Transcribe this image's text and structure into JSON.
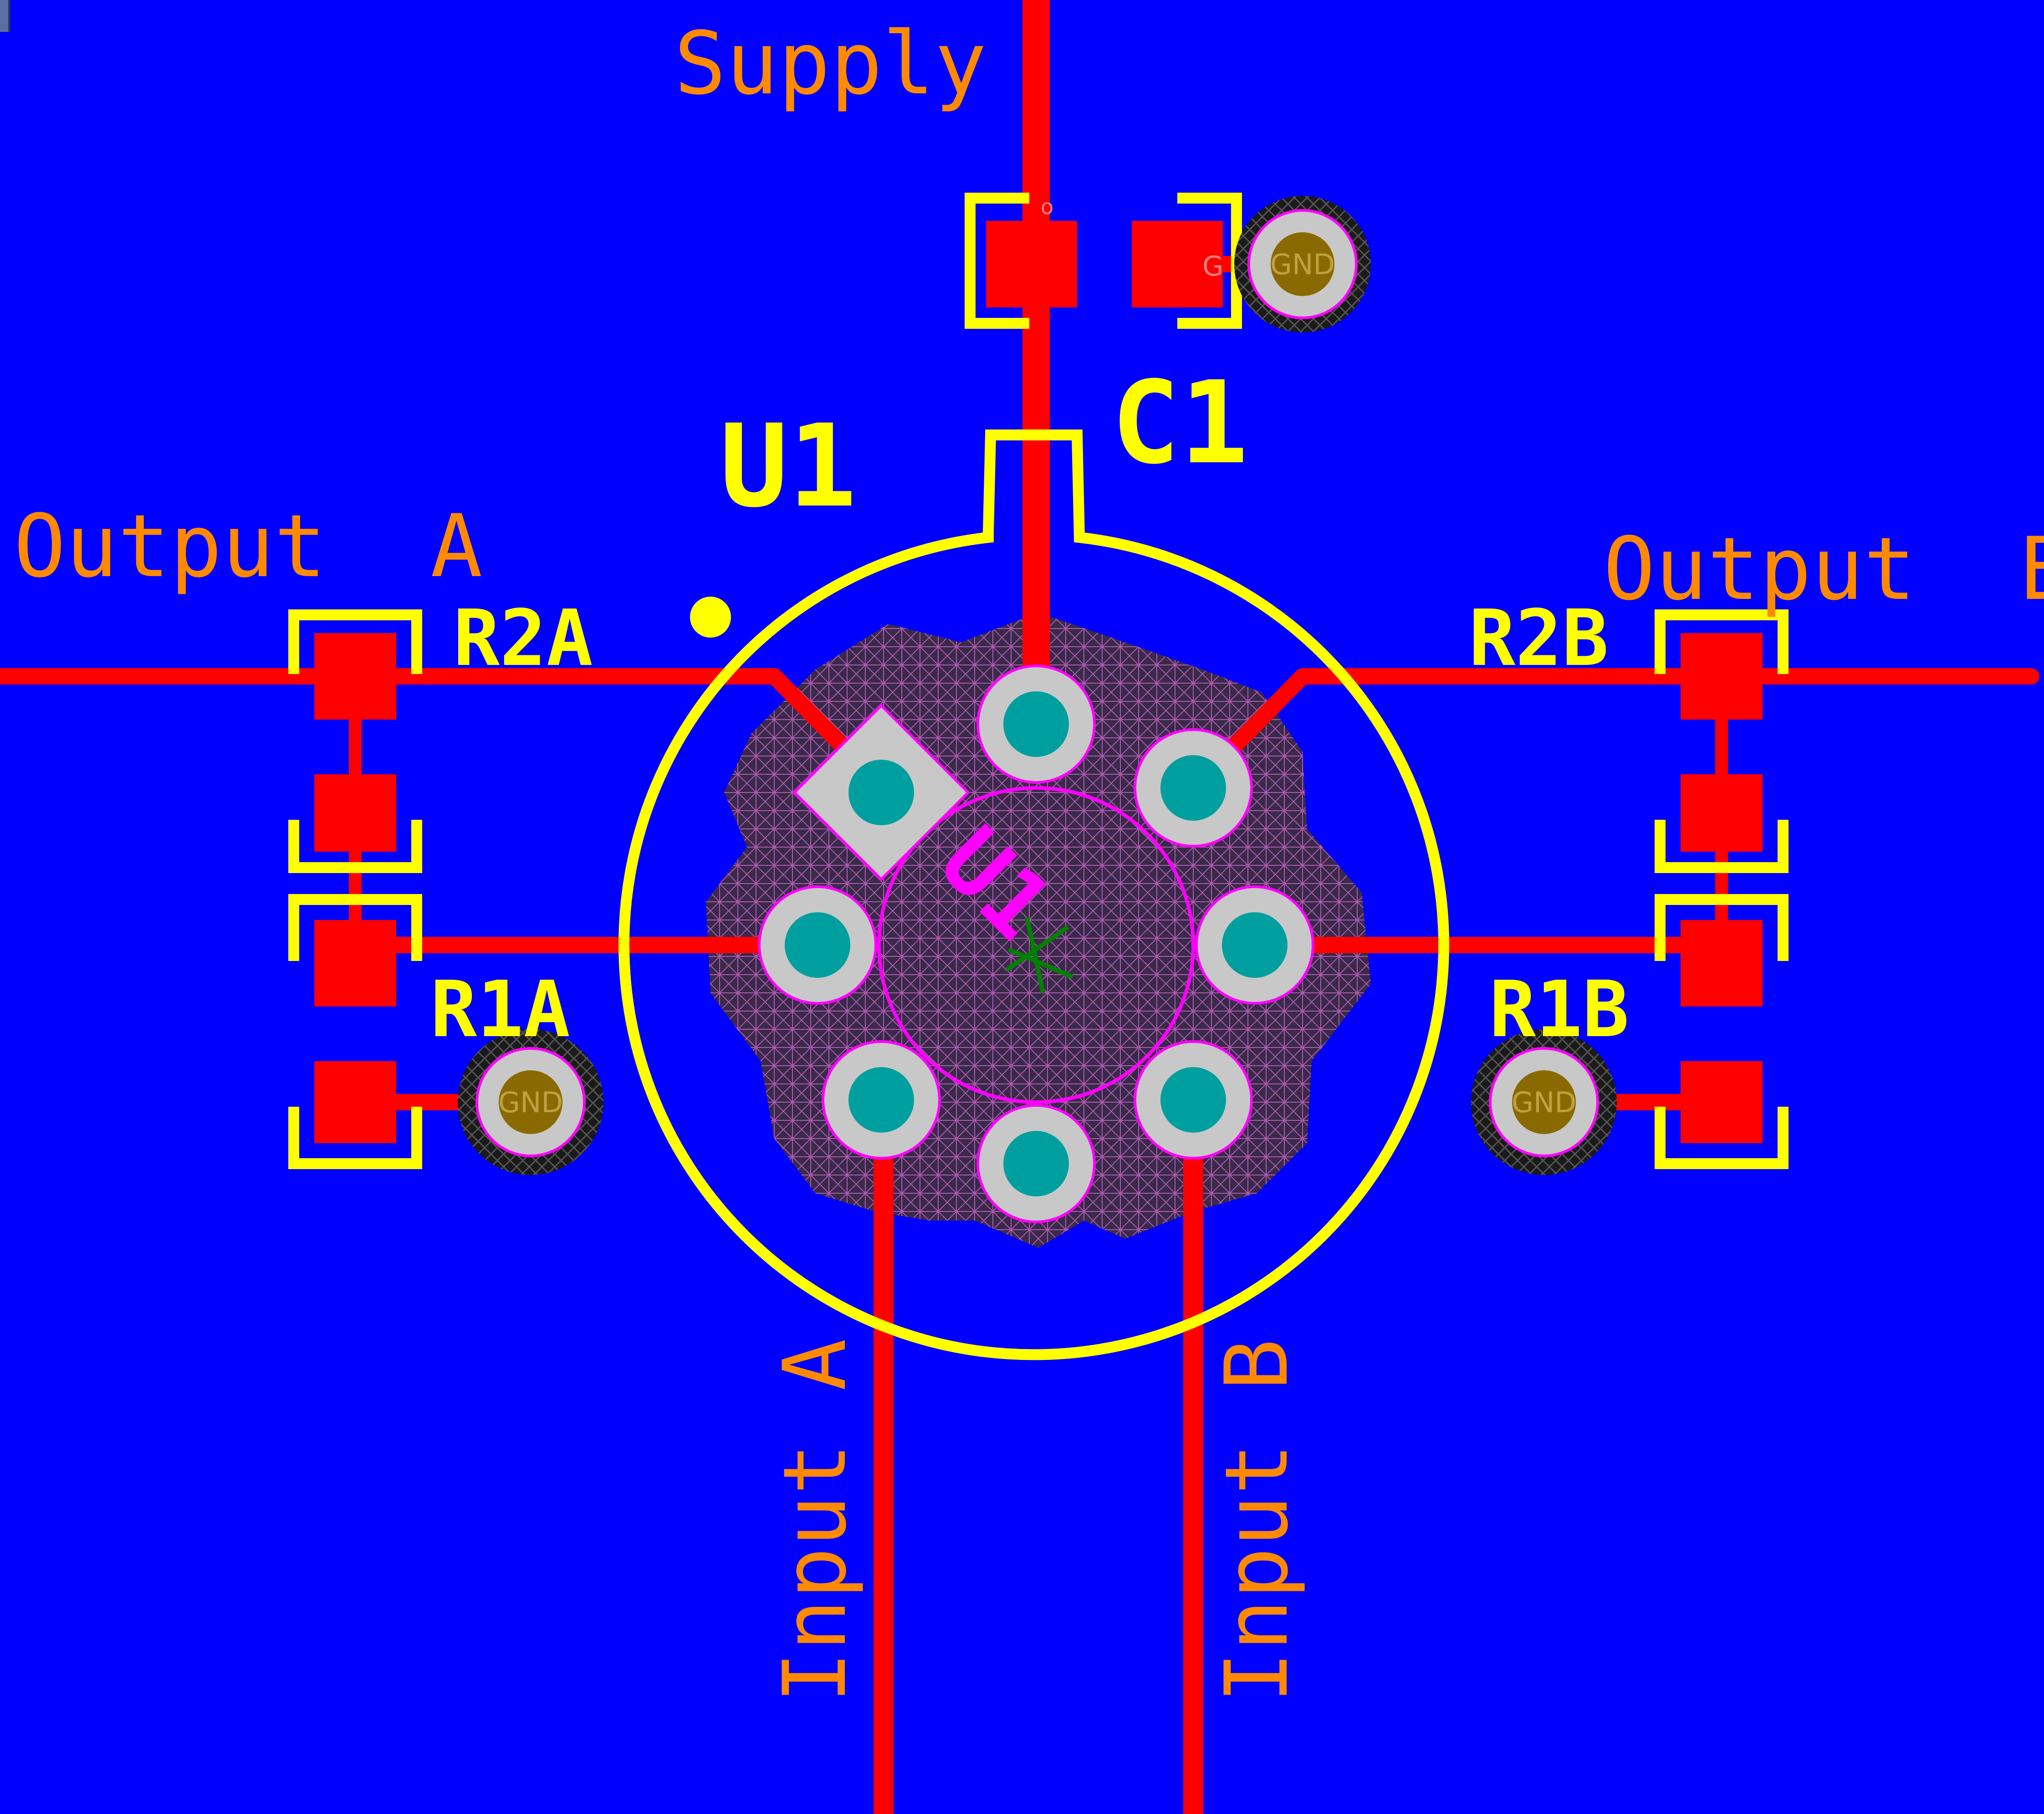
{
  "colors": {
    "background": "#0000ff",
    "copper": "#ff0000",
    "silkscreen": "#ffff00",
    "net_label": "#ff8a00",
    "drill": "#009f9f",
    "pad_ring": "#c8c8c8",
    "keepout": "#3a2a4a",
    "component_body": "#ff00ff",
    "gnd_via": "#8a6a00",
    "origin_marker": "#008000"
  },
  "net_labels": {
    "supply": "Supply",
    "output_a": "Output  A",
    "output_b": "Output  B",
    "input_a": "Input A",
    "input_b": "Input B"
  },
  "designators": {
    "u1": "U1",
    "c1": "C1",
    "r2a": "R2A",
    "r2b": "R2B",
    "r1a": "R1A",
    "r1b": "R1B",
    "u1_body": "U1"
  },
  "via_labels": {
    "gnd_c1": "GND",
    "gnd_r1a": "GND",
    "gnd_r1b": "GND"
  },
  "pad_marks": {
    "c1_pad1": "o",
    "c1_pad2": "G"
  },
  "icons": {
    "pin1_marker": "dot",
    "origin_marker": "cross",
    "corner_widget": "window-handle"
  }
}
